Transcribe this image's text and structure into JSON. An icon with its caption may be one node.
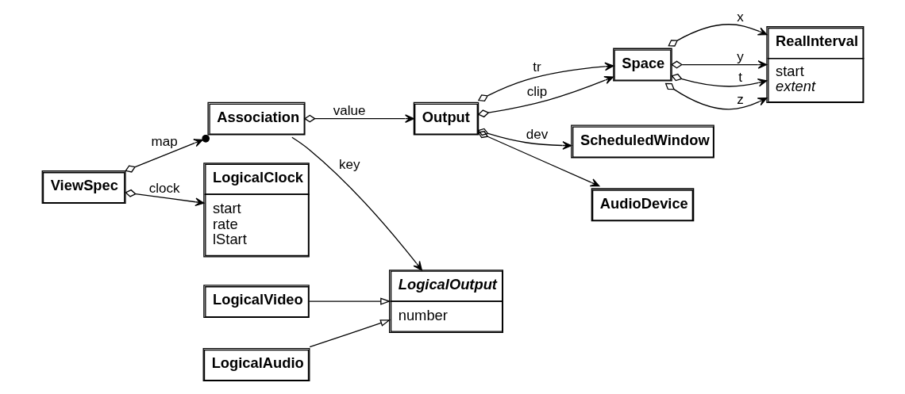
{
  "diagram": {
    "nodes": [
      {
        "text": [
          "ViewSpec"
        ]
      },
      {
        "text": [
          "Association"
        ]
      },
      {
        "text": [
          "LogicalOutput",
          "number"
        ]
      },
      {
        "text": [
          "LogicalVideo"
        ]
      },
      {
        "text": [
          "LogicalAudio"
        ]
      },
      {
        "text": [
          "LogicalClock",
          "start",
          "rate",
          "lStart"
        ]
      },
      {
        "text": [
          "Output"
        ]
      },
      {
        "text": [
          "Space"
        ]
      },
      {
        "text": [
          "RealInterval",
          "start",
          "extent"
        ]
      },
      {
        "text": [
          "ScheduledWindow"
        ]
      },
      {
        "text": [
          "AudioDevice"
        ]
      }
    ],
    "edges": [
      {
        "from": 0,
        "to": 1,
        "arrow": "to",
        "label": "map"
      },
      {
        "from": 0,
        "to": 5,
        "arrow": "to",
        "label": "clock"
      },
      {
        "from": 1,
        "to": 2,
        "arrow": "to",
        "label": "key"
      },
      {
        "from": 1,
        "to": 6,
        "arrow": "to",
        "label": "value"
      },
      {
        "from": 3,
        "to": 2,
        "arrow": "to"
      },
      {
        "from": 4,
        "to": 2,
        "arrow": "to"
      },
      {
        "from": 6,
        "to": 7,
        "arrow": "to",
        "label": "tr"
      },
      {
        "from": 6,
        "to": 7,
        "arrow": "to",
        "label": "clip"
      },
      {
        "from": 6,
        "to": 9,
        "arrow": "to",
        "label": "dev"
      },
      {
        "from": 6,
        "to": 10,
        "arrow": "to"
      },
      {
        "from": 7,
        "to": 8,
        "arrow": "to",
        "label": "x"
      },
      {
        "from": 7,
        "to": 8,
        "arrow": "to",
        "label": "y"
      },
      {
        "from": 7,
        "to": 8,
        "arrow": "to",
        "label": "t"
      },
      {
        "from": 7,
        "to": 8,
        "arrow": "to",
        "label": "z"
      }
    ]
  }
}
